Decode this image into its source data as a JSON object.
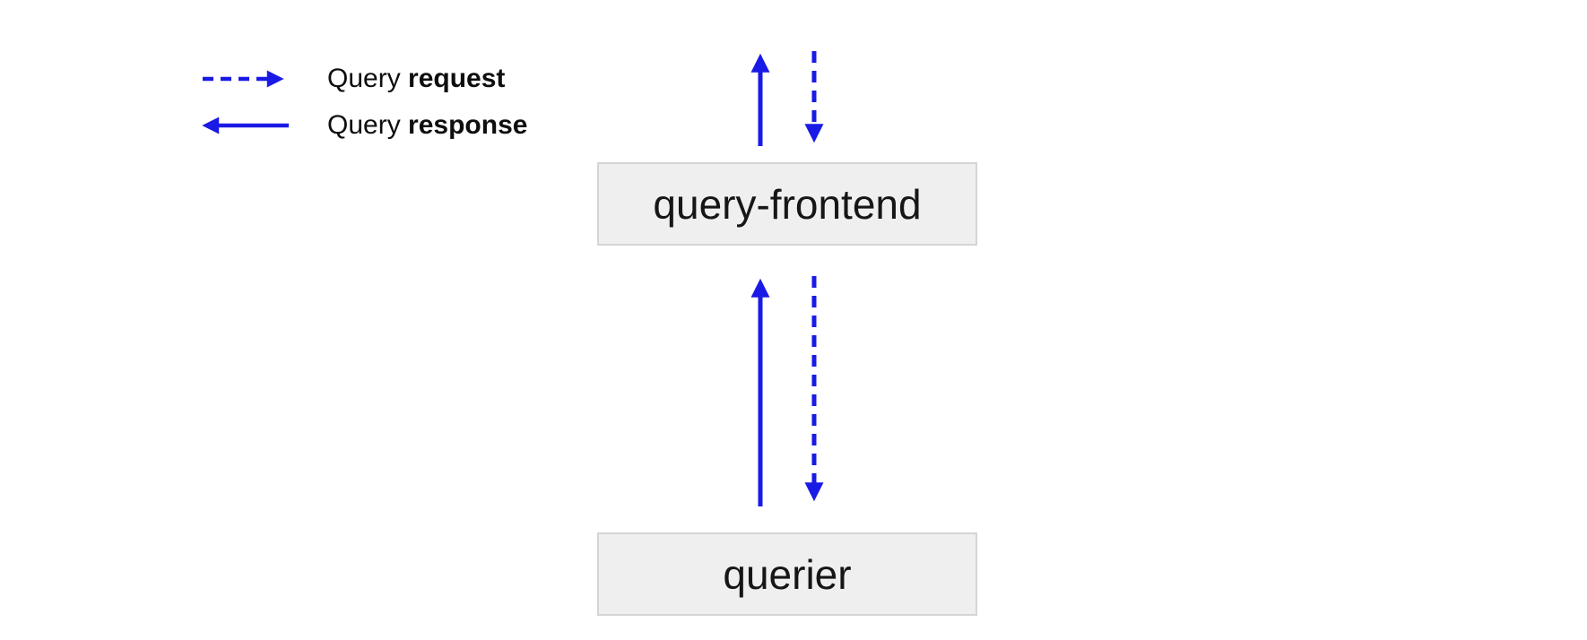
{
  "legend": {
    "request": {
      "prefix": "Query",
      "bold": "request"
    },
    "response": {
      "prefix": "Query",
      "bold": "response"
    }
  },
  "nodes": {
    "query_frontend": {
      "label": "query-frontend"
    },
    "querier": {
      "label": "querier"
    }
  },
  "arrows": [
    {
      "location": "above-query-frontend",
      "style": "solid",
      "direction": "up",
      "meaning": "Query response"
    },
    {
      "location": "above-query-frontend",
      "style": "dashed",
      "direction": "down",
      "meaning": "Query request"
    },
    {
      "location": "query-frontend-to-querier",
      "style": "dashed",
      "direction": "down",
      "meaning": "Query request"
    },
    {
      "location": "querier-to-query-frontend",
      "style": "solid",
      "direction": "up",
      "meaning": "Query response"
    }
  ],
  "colors": {
    "arrow_blue": "#1a1ae6",
    "node_fill": "#efefef",
    "node_border": "#d5d5d5",
    "text": "#161616",
    "background": "#ffffff"
  }
}
